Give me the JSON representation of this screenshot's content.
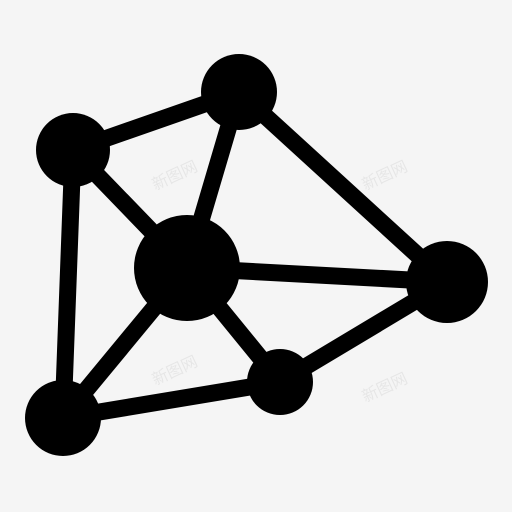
{
  "icon": {
    "name": "network-molecule-icon",
    "color": "#000000",
    "background": "#f5f5f5"
  },
  "watermarks": [
    "新图网",
    "新图网",
    "新图网",
    "新图网"
  ]
}
